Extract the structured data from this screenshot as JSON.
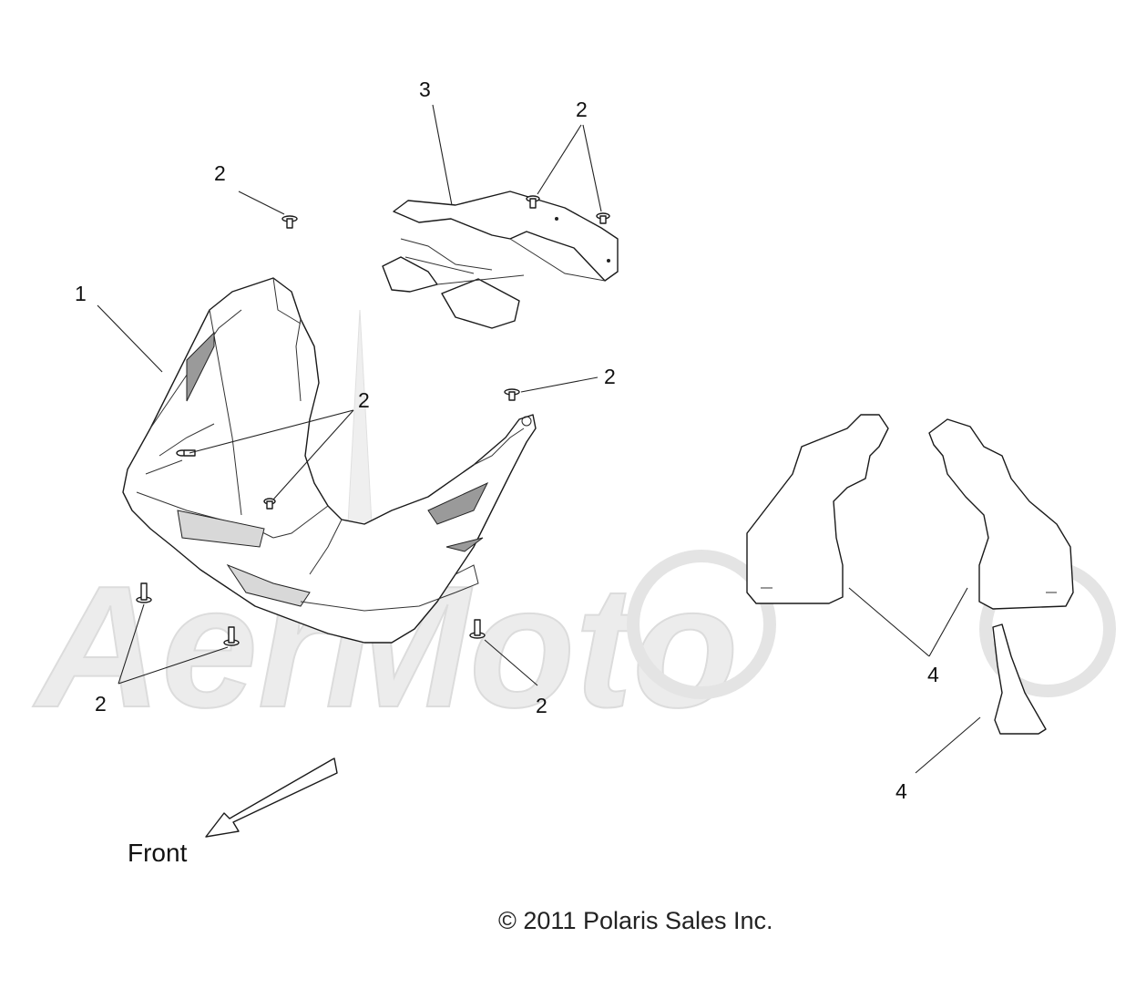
{
  "diagram": {
    "callouts": {
      "c1": "1",
      "c2_top_left": "2",
      "c2_top_right": "2",
      "c2_center": "2",
      "c2_right": "2",
      "c2_bottom_left": "2",
      "c2_bottom_right": "2",
      "c3": "3",
      "c4_upper": "4",
      "c4_lower": "4"
    },
    "front_label": "Front",
    "copyright": "© 2011 Polaris Sales Inc.",
    "watermark_text": "AerMoto"
  }
}
